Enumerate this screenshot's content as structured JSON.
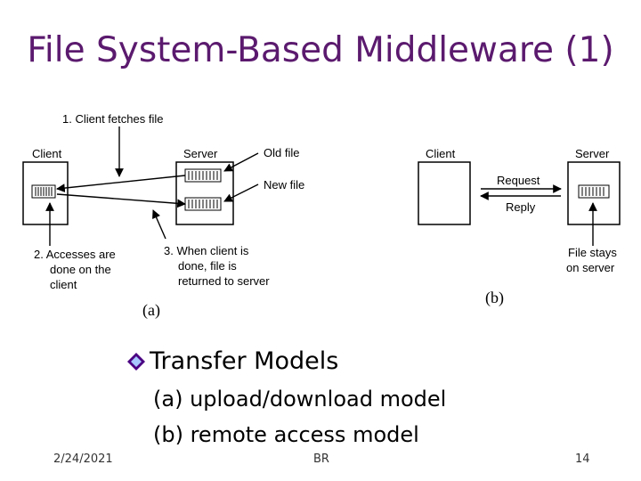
{
  "title": "File System-Based Middleware (1)",
  "figure_a": {
    "client_label": "Client",
    "server_label": "Server",
    "old_file": "Old file",
    "new_file": "New file",
    "step1": "1. Client fetches file",
    "step2": [
      "2. Accesses are",
      "done on the",
      "client"
    ],
    "step3": [
      "3. When client is",
      "done, file is",
      "returned to server"
    ],
    "caption": "(a)"
  },
  "figure_b": {
    "client_label": "Client",
    "server_label": "Server",
    "request": "Request",
    "reply": "Reply",
    "note": [
      "File stays",
      "on server"
    ],
    "caption": "(b)"
  },
  "bullet": "Transfer Models",
  "subitems": [
    "(a) upload/download model",
    "(b) remote access model"
  ],
  "footer": {
    "date": "2/24/2021",
    "center": "BR",
    "page": "14"
  },
  "colors": {
    "title": "#5b1a6e",
    "bullet": "#4b0082"
  },
  "icons": {
    "bullet": "diamond-bullet-icon"
  }
}
